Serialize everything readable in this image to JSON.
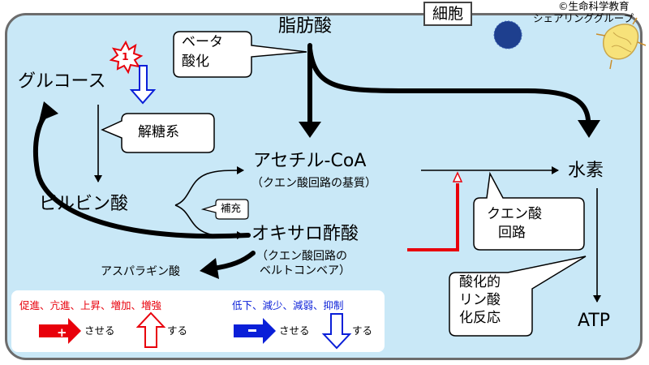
{
  "credit": {
    "line1": "©生命科学教育",
    "line2": "シェアリンググループ"
  },
  "cell_label": "細胞",
  "nodes": {
    "fatty_acid": "脂肪酸",
    "glucose": "グルコース",
    "pyruvate": "ピルビン酸",
    "acetyl_coa": "アセチル-CoA",
    "acetyl_coa_sub": "（クエン酸回路の基質）",
    "oxaloacetate": "オキサロ酢酸",
    "oxaloacetate_sub1": "（クエン酸回路の",
    "oxaloacetate_sub2": "ベルトコンベア）",
    "asparagine": "アスパラギン酸",
    "hydrogen": "水素",
    "atp": "ATP"
  },
  "callouts": {
    "beta_line1": "ベータ",
    "beta_line2": "酸化",
    "glycolysis": "解糖系",
    "replenish": "補充",
    "tca_line1": "クエン酸",
    "tca_line2": "回路",
    "oxphos_line1": "酸化的",
    "oxphos_line2": "リン酸",
    "oxphos_line3": "化反応"
  },
  "starburst_number": "1",
  "legend": {
    "red_terms": "促進、亢進、上昇、増加、増強",
    "blue_terms": "低下、減少、減弱、抑制",
    "red_arrow_label": "させる",
    "red_outline_label": "する",
    "blue_arrow_label": "させる",
    "blue_outline_label": "する"
  },
  "colors": {
    "cell_bg": "#c9e8f7",
    "red": "#e8000b",
    "blue": "#0a1fd8",
    "nucleus": "#1e3f8e"
  }
}
